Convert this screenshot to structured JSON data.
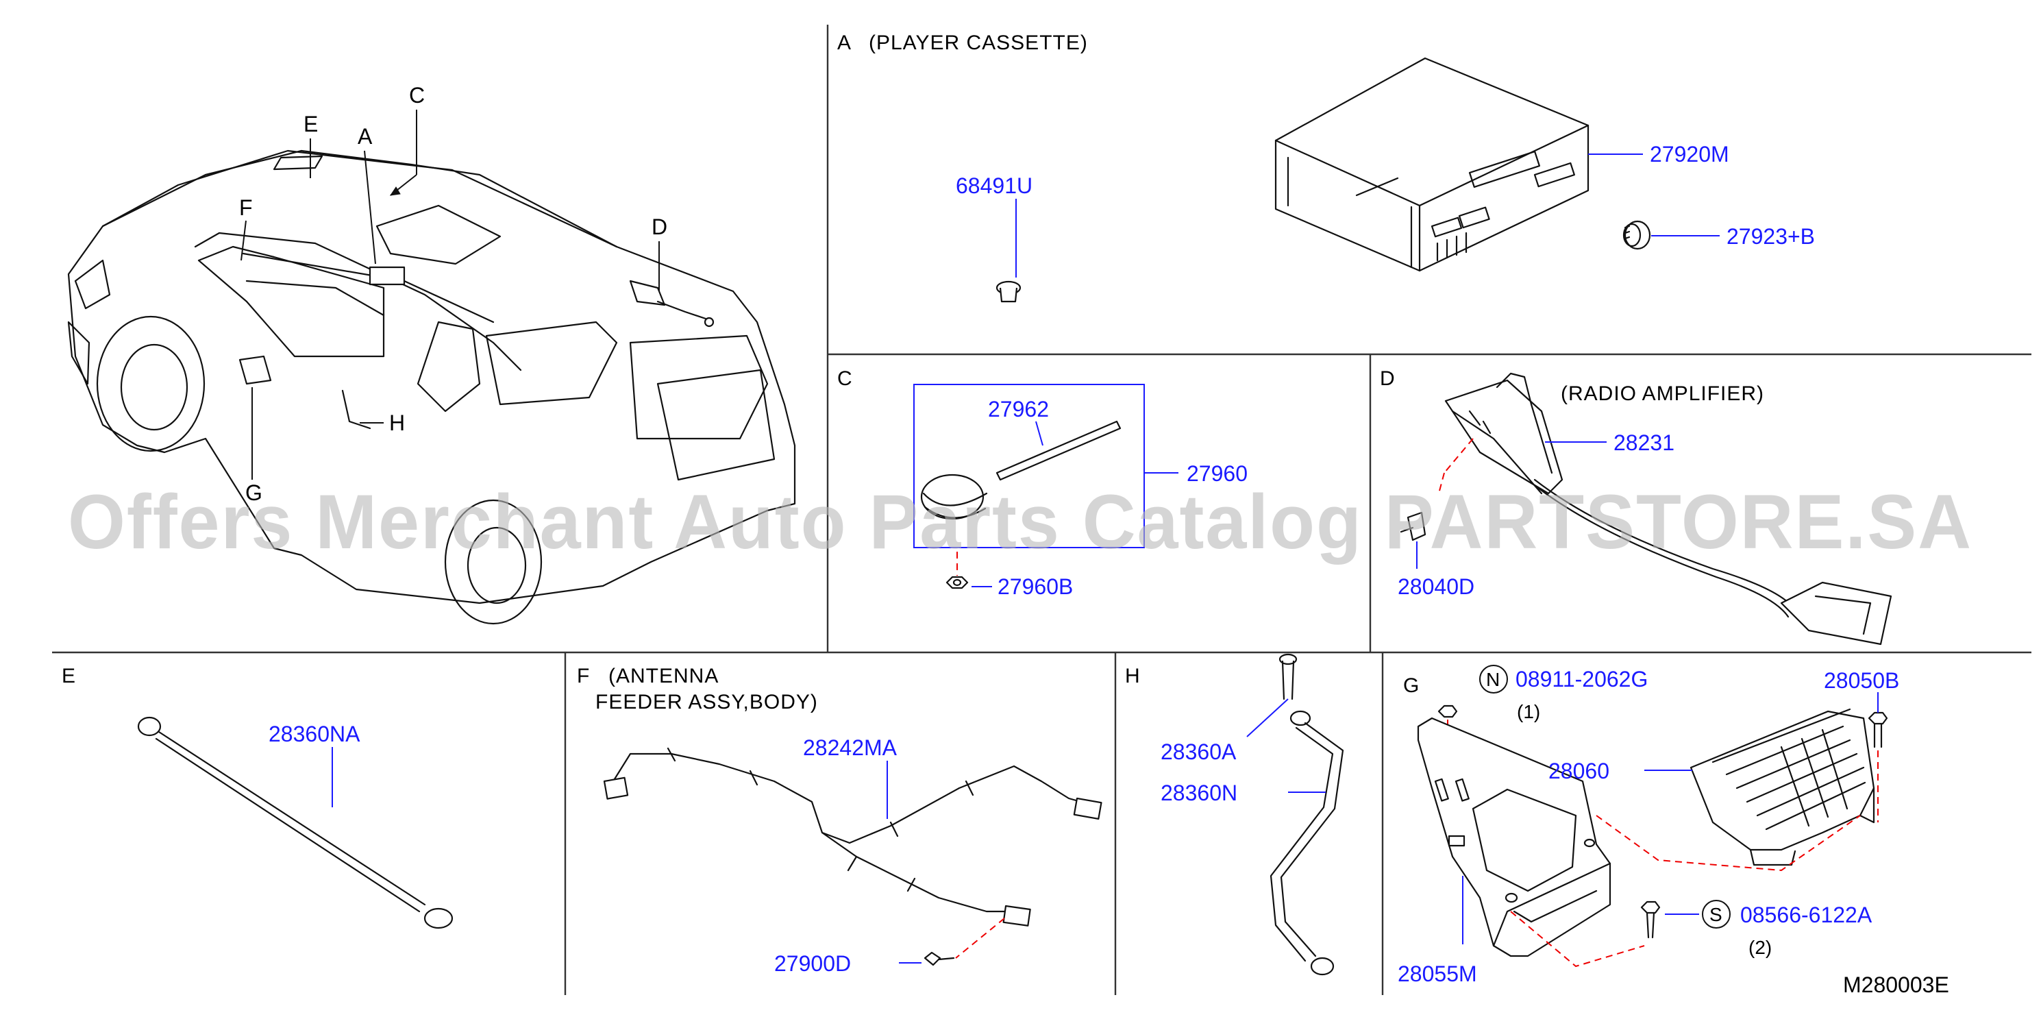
{
  "vehicle_callouts": [
    "A",
    "C",
    "D",
    "E",
    "F",
    "G",
    "H"
  ],
  "panels": {
    "A": {
      "letter": "A",
      "title": "(PLAYER   CASSETTE)",
      "parts": [
        "68491U",
        "27920M",
        "27923+B"
      ]
    },
    "C": {
      "letter": "C",
      "parts": [
        "27962",
        "27960",
        "27960B"
      ]
    },
    "D": {
      "letter": "D",
      "title": "(RADIO   AMPLIFIER)",
      "parts": [
        "28231",
        "28040D"
      ]
    },
    "E": {
      "letter": "E",
      "parts": [
        "28360NA"
      ]
    },
    "F": {
      "letter": "F",
      "title_line1": "(ANTENNA",
      "title_line2": "FEEDER   ASSY,BODY)",
      "parts": [
        "28242MA",
        "27900D"
      ]
    },
    "H": {
      "letter": "H",
      "parts": [
        "28360A",
        "28360N"
      ]
    },
    "G": {
      "letter": "G",
      "parts": [
        "08911-2062G",
        "28050B",
        "28060",
        "08566-6122A",
        "28055M"
      ],
      "symbols": [
        "N",
        "S"
      ],
      "quantities": [
        "(1)",
        "(2)"
      ]
    }
  },
  "figure_code": "M280003E",
  "watermark": "Offers Merchant Auto Parts Catalog PARTSTORE.SA",
  "colors": {
    "part_number": "#1a1aff",
    "dashed_line": "#e00000",
    "watermark": "#b9b9b9"
  }
}
